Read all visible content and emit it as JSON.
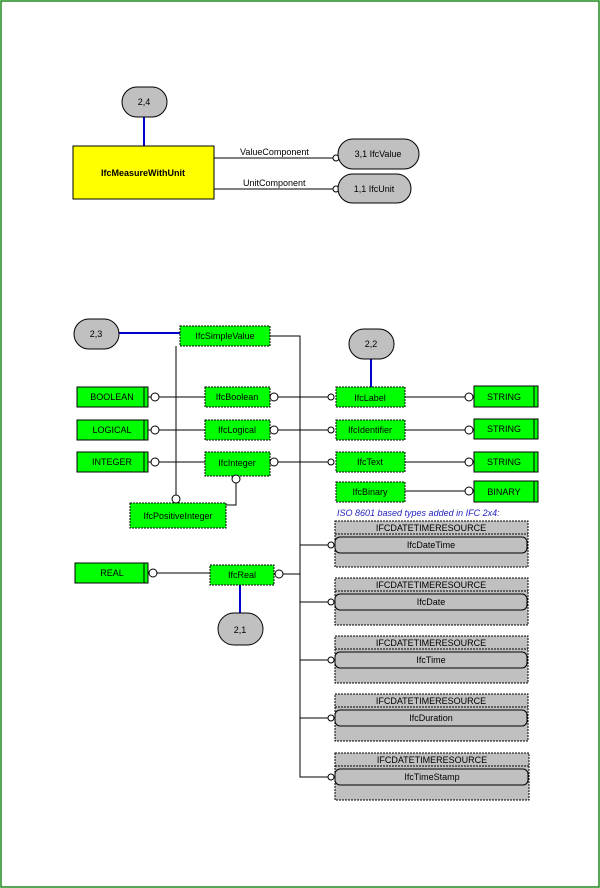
{
  "colors": {
    "frame": "#1e8a1e",
    "entity_fill": "#ffff00",
    "type_fill": "#00ff00",
    "page_ref_fill": "#c0c0c0",
    "select_fill": "#c0c0c0",
    "link_blue": "#0000cc",
    "note_blue": "#1f1fbf"
  },
  "entity": {
    "name": "IfcMeasureWithUnit"
  },
  "page_refs": {
    "measure": "2,4",
    "value_component": "3,1 IfcValue",
    "unit_component": "1,1 IfcUnit",
    "simple_value": "2,3",
    "label": "2,2",
    "real": "2,1"
  },
  "attributes": {
    "value_component": "ValueComponent",
    "unit_component": "UnitComponent"
  },
  "base_types": {
    "boolean": "BOOLEAN",
    "logical": "LOGICAL",
    "integer": "INTEGER",
    "real": "REAL"
  },
  "defined_types": {
    "simple_value": "IfcSimpleValue",
    "boolean": "IfcBoolean",
    "logical": "IfcLogical",
    "integer": "IfcInteger",
    "positive_integer": "IfcPositiveInteger",
    "real": "IfcReal",
    "label": "IfcLabel",
    "identifier": "IfcIdentifier",
    "text": "IfcText",
    "binary": "IfcBinary"
  },
  "string_types": {
    "label": "STRING",
    "identifier": "STRING",
    "text": "STRING",
    "binary": "BINARY"
  },
  "note": "ISO 8601 based types added in IFC 2x4:",
  "datetime_resources": [
    {
      "schema": "IFCDATETIMERESOURCE",
      "name": "IfcDateTime"
    },
    {
      "schema": "IFCDATETIMERESOURCE",
      "name": "IfcDate"
    },
    {
      "schema": "IFCDATETIMERESOURCE",
      "name": "IfcTime"
    },
    {
      "schema": "IFCDATETIMERESOURCE",
      "name": "IfcDuration"
    },
    {
      "schema": "IFCDATETIMERESOURCE",
      "name": "IfcTimeStamp"
    }
  ]
}
